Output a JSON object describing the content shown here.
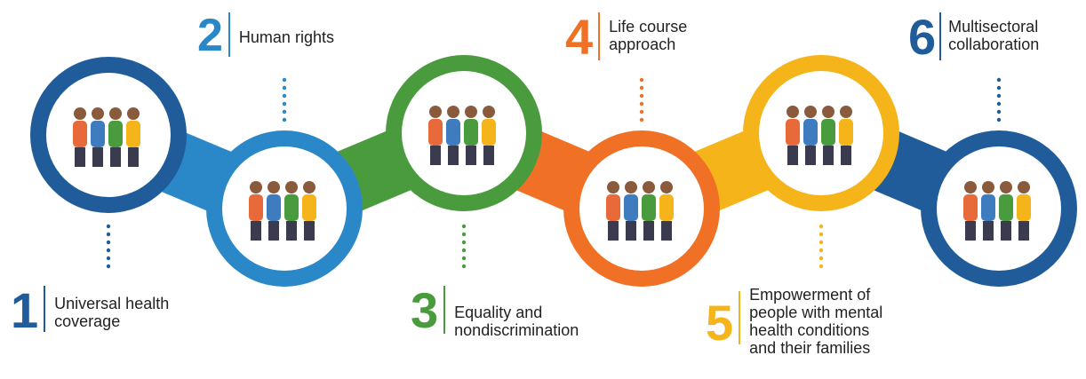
{
  "principles": [
    {
      "number": "1",
      "text": "Universal health\ncoverage",
      "color": "#1f5c99",
      "illustration": "health-workers-carrying-medical-boxes-icon"
    },
    {
      "number": "2",
      "text": "Human rights",
      "color": "#2b88c8",
      "illustration": "raised-fists-icon"
    },
    {
      "number": "3",
      "text": "Equality and\nnondiscrimination",
      "color": "#4a9a3e",
      "illustration": "diverse-people-hands-together-icon"
    },
    {
      "number": "4",
      "text": "Life course\napproach",
      "color": "#f07125",
      "illustration": "family-generations-icon"
    },
    {
      "number": "5",
      "text": "Empowerment of\npeople with mental\nhealth conditions\nand their families",
      "color": "#f4b41a",
      "illustration": "group-holding-flags-icon"
    },
    {
      "number": "6",
      "text": "Multisectoral\ncollaboration",
      "color": "#1f5c99",
      "illustration": "people-assembling-puzzle-icon"
    }
  ]
}
